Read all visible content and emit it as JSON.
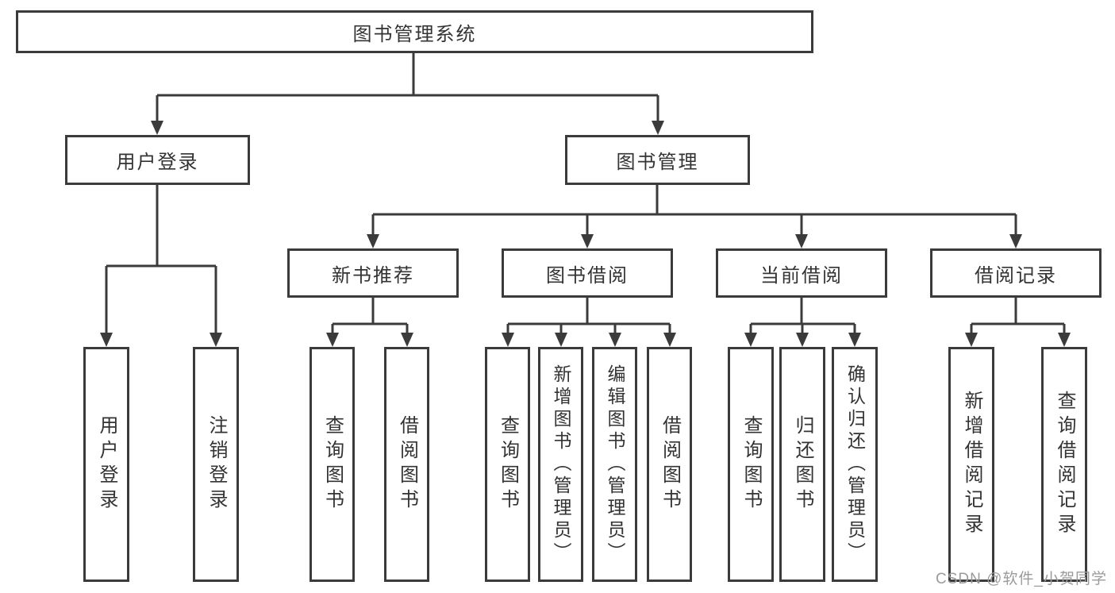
{
  "diagram": {
    "root": {
      "label": "图书管理系统"
    },
    "children": [
      {
        "label": "用户登录",
        "children": [
          {
            "label": "用户登录"
          },
          {
            "label": "注销登录"
          }
        ]
      },
      {
        "label": "图书管理",
        "children": [
          {
            "label": "新书推荐",
            "children": [
              {
                "label": "查询图书"
              },
              {
                "label": "借阅图书"
              }
            ]
          },
          {
            "label": "图书借阅",
            "children": [
              {
                "label": "查询图书"
              },
              {
                "label": "新增图书（管理员）"
              },
              {
                "label": "编辑图书（管理员）"
              },
              {
                "label": "借阅图书"
              }
            ]
          },
          {
            "label": "当前借阅",
            "children": [
              {
                "label": "查询图书"
              },
              {
                "label": "归还图书"
              },
              {
                "label": "确认归还（管理员）"
              }
            ]
          },
          {
            "label": "借阅记录",
            "children": [
              {
                "label": "新增借阅记录"
              },
              {
                "label": "查询借阅记录"
              }
            ]
          }
        ]
      }
    ]
  },
  "watermark": "CSDN @软件_小贺同学",
  "colors": {
    "line": "#3b3b3b",
    "text": "#333333",
    "background": "#ffffff",
    "watermark": "#9b9b9b"
  }
}
